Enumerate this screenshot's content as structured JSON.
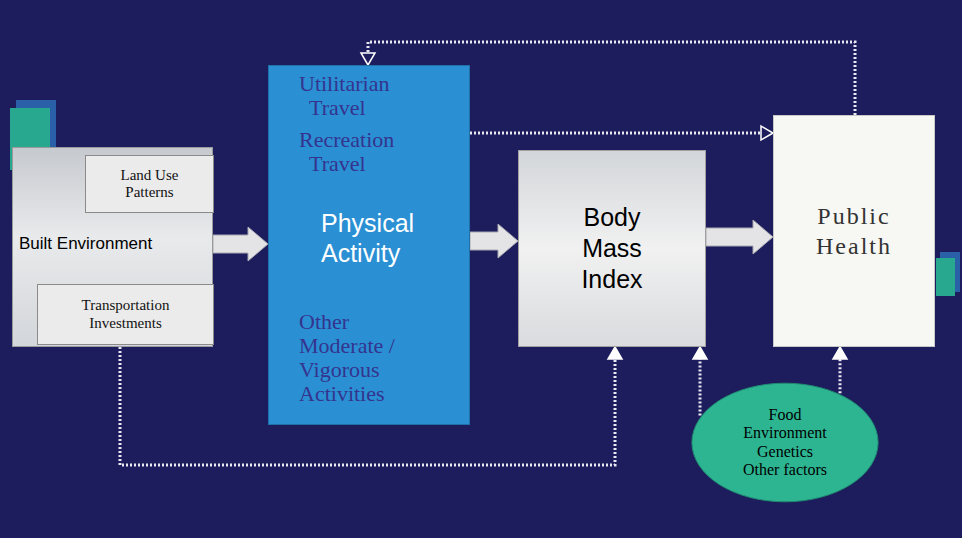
{
  "diagram": {
    "nodes": [
      {
        "text": [
          "Built Environment"
        ]
      },
      {
        "text": [
          "Land Use Patterns"
        ],
        "in": 0
      },
      {
        "text": [
          "Transportation Investments"
        ],
        "in": 0
      },
      {
        "text": [
          "Utilitarian Travel",
          "Recreation Travel",
          "Physical Activity",
          "Other Moderate / Vigorous Activities"
        ]
      },
      {
        "text": [
          "Body Mass Index"
        ]
      },
      {
        "text": [
          "Public Health"
        ]
      },
      {
        "text": [
          "Food Environment Genetics Other factors"
        ]
      }
    ],
    "edges": [
      {
        "from": 0,
        "to": 3,
        "arrow": "to"
      },
      {
        "from": 3,
        "to": 4,
        "arrow": "to"
      },
      {
        "from": 4,
        "to": 5,
        "arrow": "to"
      },
      {
        "from": 3,
        "to": 5,
        "arrow": "to"
      },
      {
        "from": 5,
        "to": 3,
        "arrow": "to"
      },
      {
        "from": 0,
        "to": 4,
        "arrow": "to"
      },
      {
        "from": 6,
        "to": 4,
        "arrow": "to"
      },
      {
        "from": 6,
        "to": 5,
        "arrow": "to"
      }
    ]
  }
}
